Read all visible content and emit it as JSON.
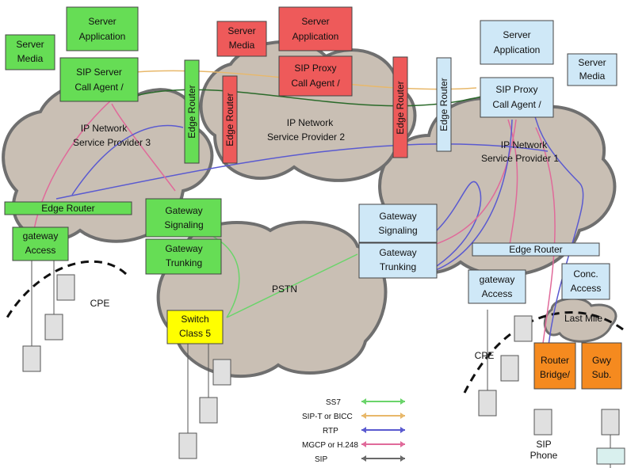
{
  "legend": [
    {
      "label": "SIP",
      "color": "#6a6a6a"
    },
    {
      "label": "MGCP or H.248",
      "color": "#e06a9a"
    },
    {
      "label": "RTP",
      "color": "#5a5ad0"
    },
    {
      "label": "SIP-T or BICC",
      "color": "#e8b86a"
    },
    {
      "label": "SS7",
      "color": "#6ad46a"
    }
  ],
  "clouds": {
    "sp1": "Service Provider 1",
    "sp1_sub": "IP Network",
    "sp2": "Service Provider 2",
    "sp2_sub": "IP Network",
    "sp3": "Service Provider 3",
    "sp3_sub": "IP Network",
    "pstn": "PSTN",
    "lastmile": "Last Mile"
  },
  "labels": {
    "cpe_left": "CPE",
    "cpe_right": "CPE",
    "sip": "SIP",
    "phone": "Phone"
  },
  "nodes": {
    "sub_gwy": {
      "line1": "Sub.",
      "line2": "Gwy"
    },
    "bridge_router": {
      "line1": "Bridge/",
      "line2": "Router"
    },
    "access_conc": {
      "line1": "Access",
      "line2": "Conc."
    },
    "access_gateway_left": {
      "line1": "Access",
      "line2": "gateway"
    },
    "edge_router_top": {
      "line1": "Edge Router"
    },
    "trunking_gateway_left": {
      "line1": "Trunking",
      "line2": "Gateway"
    },
    "signaling_gateway_left": {
      "line1": "Signaling",
      "line2": "Gateway"
    },
    "class5_switch": {
      "line1": "Class 5",
      "line2": "Switch"
    },
    "trunking_gateway_right": {
      "line1": "Trunking",
      "line2": "Gateway"
    },
    "signaling_gateway_right": {
      "line1": "Signaling",
      "line2": "Gateway"
    },
    "access_gateway_right": {
      "line1": "Access",
      "line2": "gateway"
    },
    "edge_router_right": {
      "line1": "Edge Router"
    },
    "edge_router_sp1": {
      "line1": "Edge Router"
    },
    "edge_router_sp2a": {
      "line1": "Edge Router"
    },
    "edge_router_sp2b": {
      "line1": "Edge Router"
    },
    "edge_router_sp3": {
      "line1": "Edge Router"
    },
    "call_agent_left": {
      "line1": "Call Agent /",
      "line2": "SIP Proxy"
    },
    "media_server_left": {
      "line1": "Media",
      "line2": "Server"
    },
    "app_server_left": {
      "line1": "Application",
      "line2": "Server"
    },
    "call_agent_mid": {
      "line1": "Call Agent /",
      "line2": "SIP Proxy"
    },
    "app_server_mid": {
      "line1": "Application",
      "line2": "Server"
    },
    "media_server_mid": {
      "line1": "Media",
      "line2": "Server"
    },
    "call_agent_right": {
      "line1": "Call Agent /",
      "line2": "SIP Server"
    },
    "app_server_right": {
      "line1": "Application",
      "line2": "Server"
    },
    "media_server_right": {
      "line1": "Media",
      "line2": "Server"
    }
  },
  "colors": {
    "blue_box": "#cfe8f7",
    "orange_box": "#f58a1f",
    "yellow_box": "#ffff00",
    "green_box": "#66dd55",
    "red_box": "#ee5a5a",
    "cloud_fill": "#c9bfb4",
    "cloud_stroke": "#6f6f6f"
  }
}
